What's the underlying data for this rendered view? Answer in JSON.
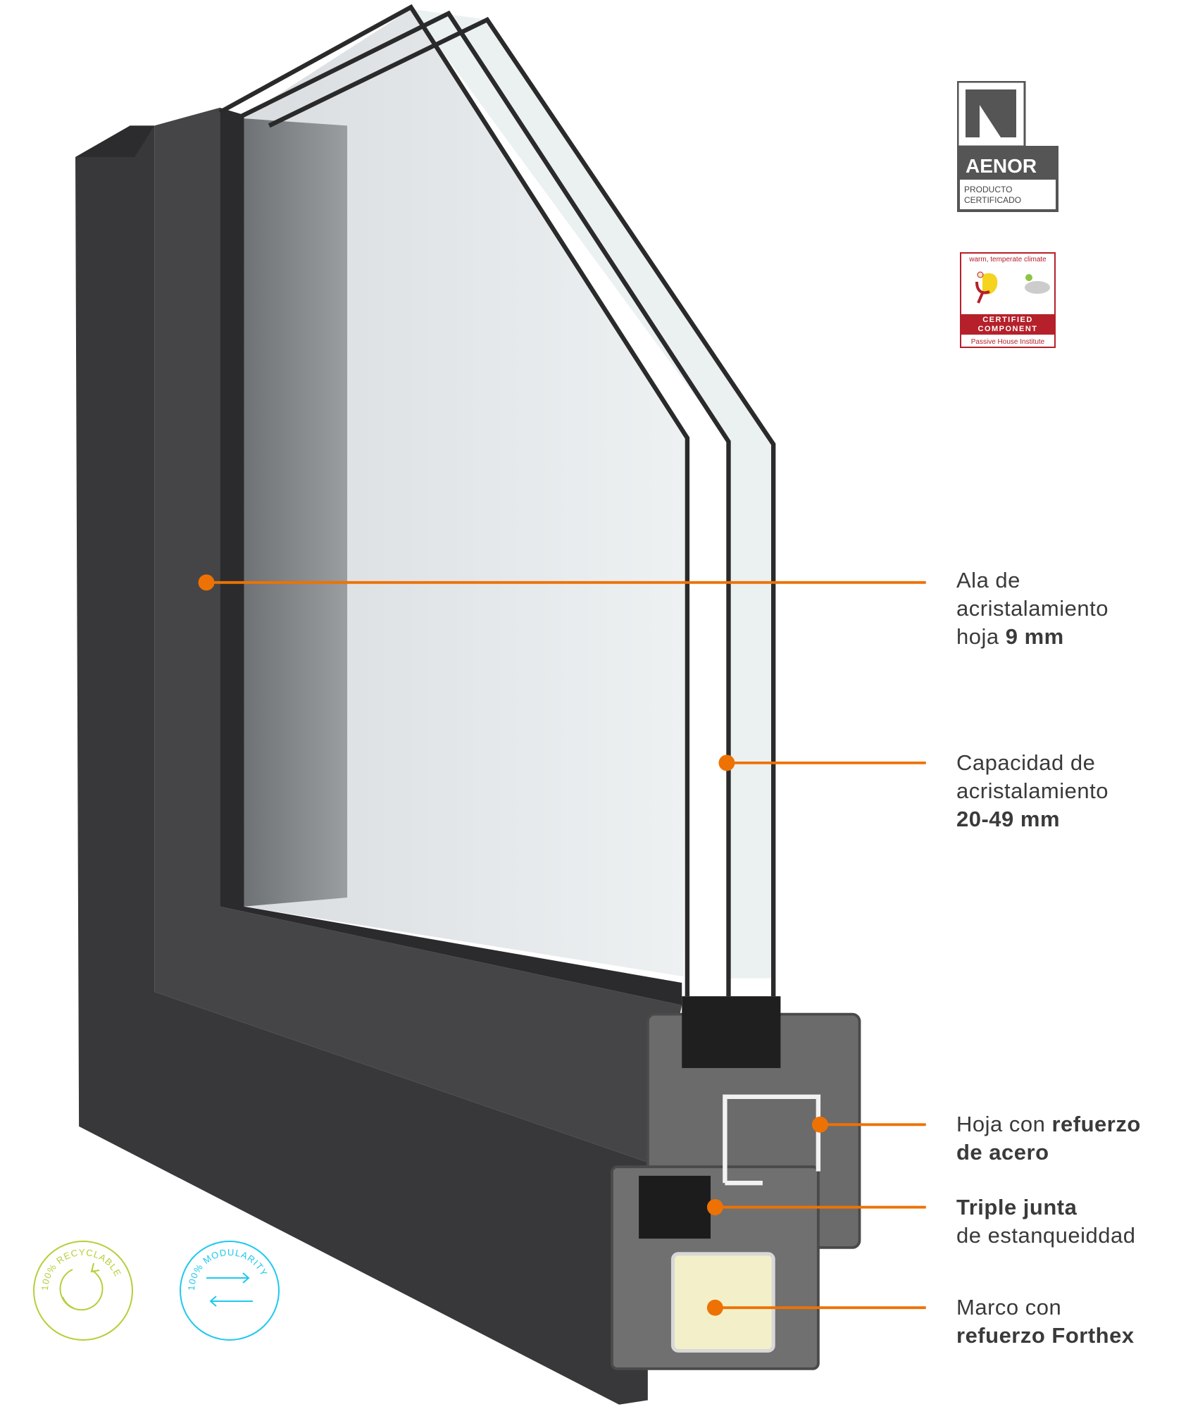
{
  "certifications": {
    "aenor": {
      "brand": "AENOR",
      "line1": "PRODUCTO",
      "line2": "CERTIFICADO"
    },
    "passive_house": {
      "climate": "warm, temperate climate",
      "line1": "CERTIFIED",
      "line2": "COMPONENT",
      "issuer": "Passive House Institute"
    }
  },
  "badges": {
    "recyclable": {
      "text": "100% RECYCLABLE",
      "color": "#b5cf3a"
    },
    "modularity": {
      "text": "100% MODULARITY",
      "color": "#1ec8f0"
    }
  },
  "callouts": [
    {
      "line1": "Ala de",
      "line2": "acristalamiento",
      "line3_regular": "hoja ",
      "line3_bold": "9 mm"
    },
    {
      "line1": "Capacidad de",
      "line2": "acristalamiento",
      "line3_bold": "20-49 mm"
    },
    {
      "line1_regular": "Hoja con ",
      "line1_bold": "refuerzo",
      "line2_bold": "de acero"
    },
    {
      "line1_bold": "Triple junta",
      "line2": "de estanqueiddad"
    },
    {
      "line1": "Marco con",
      "line2_bold": "refuerzo Forthex"
    }
  ],
  "colors": {
    "accent": "#ee7203",
    "frame": "#3d3d3f",
    "text": "#3a3a3a"
  }
}
